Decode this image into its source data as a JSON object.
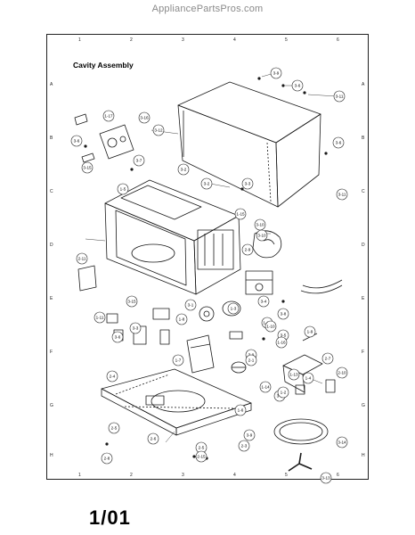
{
  "watermark": "AppliancePartsPros.com",
  "title": "Cavity Assembly",
  "page_number": "1/01",
  "grid": {
    "columns": [
      "1",
      "2",
      "3",
      "4",
      "5",
      "6"
    ],
    "rows": [
      "A",
      "B",
      "C",
      "D",
      "E",
      "F",
      "G",
      "H"
    ]
  },
  "callouts": [
    "3-9",
    "3-6",
    "3-11",
    "3-6",
    "1-17",
    "3-16",
    "3-12",
    "3-11",
    "3-6",
    "3-15",
    "3-7",
    "1-5",
    "3-2",
    "3-2",
    "3-3",
    "1-15",
    "3-10",
    "2-9",
    "3-10",
    "2-11",
    "3-15",
    "1-11",
    "3-6",
    "3-3",
    "1-8",
    "3-1",
    "1-3",
    "3-4",
    "1-12",
    "1-7",
    "1-10",
    "3-5",
    "3-8",
    "3-9",
    "2-4",
    "2-1",
    "1-16",
    "1-14",
    "3-4",
    "1-9",
    "2-7",
    "1-4",
    "2-10",
    "1-2",
    "1-13",
    "1-6",
    "3-9",
    "2-5",
    "2-6",
    "2-3",
    "2-5",
    "3-14",
    "3-13",
    "2-15",
    "2-8"
  ]
}
